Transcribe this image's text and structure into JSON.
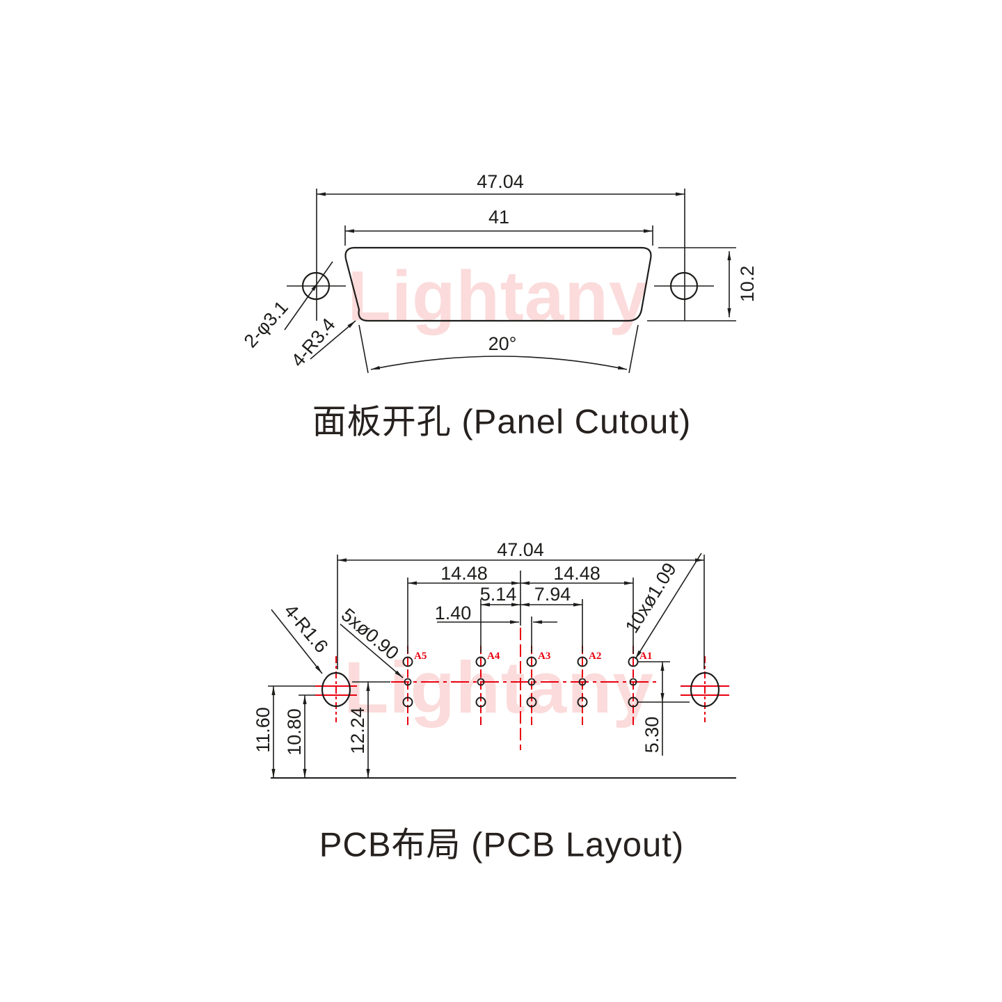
{
  "watermark": {
    "text": "Lightany",
    "color": "#fbdbdb"
  },
  "colors": {
    "line": "#1d1d1b",
    "red": "#e8000e",
    "watermark_pink": "#fbdbdb"
  },
  "panel_cutout": {
    "title": "面板开孔 (Panel Cutout)",
    "dims": {
      "outer_width": "47.04",
      "inner_width": "41",
      "height": "10.2",
      "mount_holes": "2-φ3.1",
      "corner_radius": "4-R3.4",
      "side_angle": "20°"
    }
  },
  "pcb_layout": {
    "title": "PCB布局 (PCB Layout)",
    "dims": {
      "outer_width": "47.04",
      "left_span": "14.48",
      "right_span": "14.48",
      "a4_offset": "5.14",
      "a2_offset": "7.94",
      "a3_offset": "1.40",
      "pin_row_span": "5.30",
      "mount_height": "11.60",
      "pad_height": "10.80",
      "row_height": "12.24",
      "slot_radius": "4-R1.6",
      "small_holes": "5xø0.90",
      "large_holes": "10xø1.09"
    },
    "pins": [
      "A5",
      "A4",
      "A3",
      "A2",
      "A1"
    ]
  }
}
